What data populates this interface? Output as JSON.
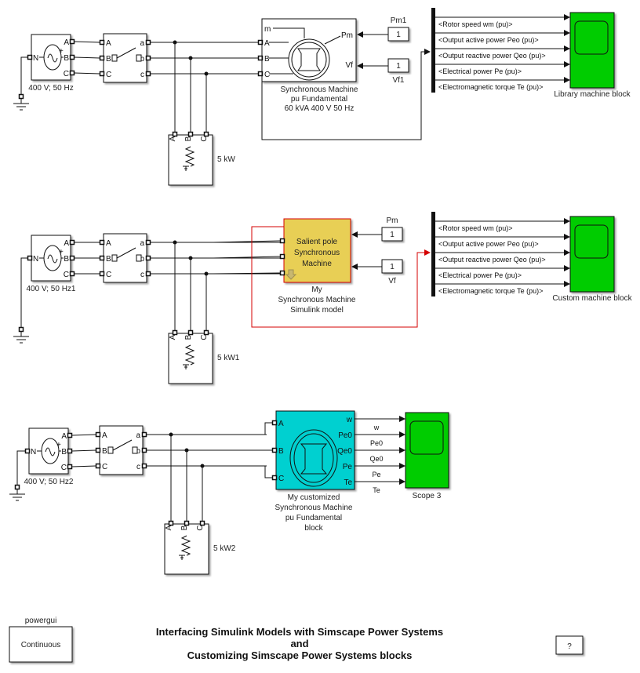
{
  "rows": [
    {
      "source": {
        "label": "400 V; 50 Hz",
        "ports": {
          "neutral": "N",
          "out": [
            "A",
            "B",
            "C"
          ]
        }
      },
      "breaker": {
        "ports_in": [
          "A",
          "B",
          "C"
        ],
        "ports_out": [
          "a",
          "b",
          "c"
        ]
      },
      "load": {
        "label": "5 kW",
        "ports": [
          "A",
          "B",
          "C"
        ]
      },
      "machine": {
        "type": "library",
        "ports_left": [
          "m",
          "A",
          "B",
          "C"
        ],
        "ports_right": [
          "Pm",
          "Vf"
        ],
        "caption": [
          "Synchronous Machine",
          "pu Fundamental",
          "60 kVA  400 V 50 Hz"
        ]
      },
      "constants": [
        {
          "name": "Pm1",
          "value": "1"
        },
        {
          "name": "Vf1",
          "value": "1"
        }
      ],
      "bus_signals": [
        "<Rotor speed  wm (pu)>",
        "<Output active power   Peo (pu)>",
        "<Output reactive power  Qeo (pu)>",
        "<Electrical power  Pe (pu)>",
        "<Electromagnetic torque  Te (pu)>"
      ],
      "scope": {
        "label": "Library machine block",
        "color": "#00cc00"
      }
    },
    {
      "source": {
        "label": "400 V; 50 Hz1",
        "ports": {
          "neutral": "N",
          "out": [
            "A",
            "B",
            "C"
          ]
        }
      },
      "breaker": {
        "ports_in": [
          "A",
          "B",
          "C"
        ],
        "ports_out": [
          "a",
          "b",
          "c"
        ]
      },
      "load": {
        "label": "5 kW1",
        "ports": [
          "A",
          "B",
          "C"
        ]
      },
      "machine": {
        "type": "subsystem",
        "text": [
          "Salient pole",
          "Synchronous",
          "Machine"
        ],
        "caption": [
          "My",
          "Synchronous Machine",
          "Simulink model"
        ],
        "fill": "#e8cf55",
        "text_color": "#1a1aa6",
        "caption_color": "#d40000"
      },
      "constants": [
        {
          "name": "Pm",
          "value": "1"
        },
        {
          "name": "Vf",
          "value": "1"
        }
      ],
      "bus_signals": [
        "<Rotor speed  wm (pu)>",
        "<Output active power   Peo (pu)>",
        "<Output reactive power  Qeo (pu)>",
        "<Electrical power  Pe (pu)>",
        "<Electromagnetic torque  Te (pu)>"
      ],
      "scope": {
        "label": "Custom machine block",
        "color": "#00cc00"
      }
    },
    {
      "source": {
        "label": "400 V; 50 Hz2",
        "ports": {
          "neutral": "N",
          "out": [
            "A",
            "B",
            "C"
          ]
        }
      },
      "breaker": {
        "ports_in": [
          "A",
          "B",
          "C"
        ],
        "ports_out": [
          "a",
          "b",
          "c"
        ]
      },
      "load": {
        "label": "5 kW2",
        "ports": [
          "A",
          "B",
          "C"
        ]
      },
      "machine": {
        "type": "custom",
        "ports_left": [
          "A",
          "B",
          "C"
        ],
        "ports_right": [
          "w",
          "Pe0",
          "Qe0",
          "Pe",
          "Te"
        ],
        "caption": [
          "My customized",
          "Synchronous Machine",
          "pu Fundamental",
          "block"
        ],
        "fill": "#00d0d0"
      },
      "signals": [
        "w",
        "Pe0",
        "Qe0",
        "Pe",
        "Te"
      ],
      "scope": {
        "label": "Scope 3",
        "color": "#00cc00"
      }
    }
  ],
  "powergui": {
    "label": "powergui",
    "mode": "Continuous"
  },
  "title": [
    "Interfacing Simulink Models with Simscape Power Systems",
    "and",
    "Customizing Simscape Power Systems blocks"
  ],
  "help_button": {
    "label": "?"
  },
  "colors": {
    "scope_green": "#00cc00",
    "signal_red": "#d40000",
    "port_blue": "#1a1aa6"
  }
}
